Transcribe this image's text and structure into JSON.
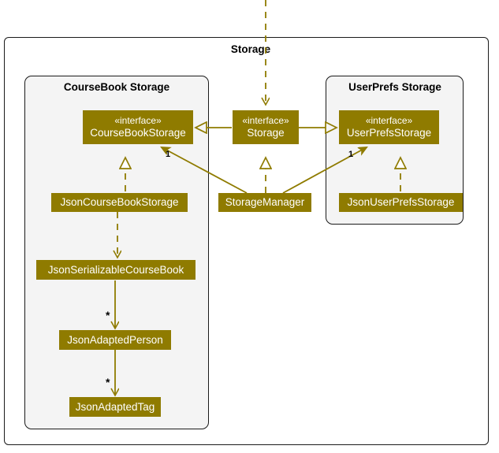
{
  "diagram": {
    "title": "Storage",
    "accent_color": "#8f7b00",
    "package_fill": "#f4f4f4",
    "border_color": "#1a1a1a",
    "text_on_accent": "#ffffff"
  },
  "packages": [
    {
      "id": "storage",
      "label": "Storage"
    },
    {
      "id": "coursebook",
      "label": "CourseBook Storage"
    },
    {
      "id": "userprefs",
      "label": "UserPrefs Storage"
    }
  ],
  "classes": [
    {
      "id": "coursebookstorage",
      "stereotype": "«interface»",
      "name": "CourseBookStorage"
    },
    {
      "id": "storage",
      "stereotype": "«interface»",
      "name": "Storage"
    },
    {
      "id": "userprefsstorage",
      "stereotype": "«interface»",
      "name": "UserPrefsStorage"
    },
    {
      "id": "jsoncoursebookstorage",
      "stereotype": "",
      "name": "JsonCourseBookStorage"
    },
    {
      "id": "storagemanager",
      "stereotype": "",
      "name": "StorageManager"
    },
    {
      "id": "jsonuserprefsstorage",
      "stereotype": "",
      "name": "JsonUserPrefsStorage"
    },
    {
      "id": "jsonserializablecoursebook",
      "stereotype": "",
      "name": "JsonSerializableCourseBook"
    },
    {
      "id": "jsonadaptedperson",
      "stereotype": "",
      "name": "JsonAdaptedPerson"
    },
    {
      "id": "jsonadaptedtag",
      "stereotype": "",
      "name": "JsonAdaptedTag"
    }
  ],
  "multiplicities": [
    {
      "id": "sm-to-coursebookstorage",
      "label": "1"
    },
    {
      "id": "sm-to-userprefsstorage",
      "label": "1"
    },
    {
      "id": "serializable-to-person",
      "label": "*"
    },
    {
      "id": "person-to-tag",
      "label": "*"
    }
  ],
  "relationships": [
    {
      "from": "Storage",
      "to": "CourseBookStorage",
      "type": "generalization"
    },
    {
      "from": "Storage",
      "to": "UserPrefsStorage",
      "type": "generalization"
    },
    {
      "from": "StorageManager",
      "to": "Storage",
      "type": "realization"
    },
    {
      "from": "StorageManager",
      "to": "CourseBookStorage",
      "type": "association",
      "multiplicity": "1"
    },
    {
      "from": "StorageManager",
      "to": "UserPrefsStorage",
      "type": "association",
      "multiplicity": "1"
    },
    {
      "from": "JsonCourseBookStorage",
      "to": "CourseBookStorage",
      "type": "realization"
    },
    {
      "from": "JsonUserPrefsStorage",
      "to": "UserPrefsStorage",
      "type": "realization"
    },
    {
      "from": "JsonCourseBookStorage",
      "to": "JsonSerializableCourseBook",
      "type": "dependency"
    },
    {
      "from": "JsonSerializableCourseBook",
      "to": "JsonAdaptedPerson",
      "type": "association",
      "multiplicity": "*"
    },
    {
      "from": "JsonAdaptedPerson",
      "to": "JsonAdaptedTag",
      "type": "association",
      "multiplicity": "*"
    },
    {
      "from": "external",
      "to": "Storage",
      "type": "dependency"
    }
  ]
}
